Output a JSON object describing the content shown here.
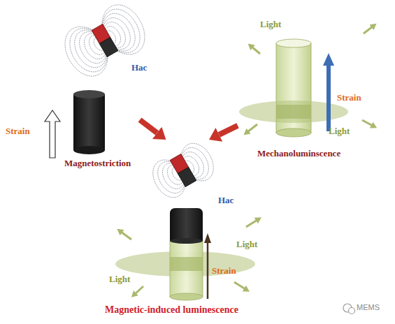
{
  "diagram": {
    "nodes": [
      {
        "text": [
          "Magnetostriction"
        ]
      },
      {
        "text": [
          "Mechanoluminscence"
        ]
      },
      {
        "text": [
          "Magnetic-induced luminescence"
        ]
      }
    ],
    "edges": [
      {
        "from": 0,
        "to": 2,
        "arrow": "to"
      },
      {
        "from": 1,
        "to": 2,
        "arrow": "to"
      }
    ],
    "labels": [
      "Hac",
      "Strain",
      "Light",
      "Strain",
      "Light",
      "Hac",
      "Light",
      "Light",
      "Strain",
      "MEMS"
    ]
  }
}
